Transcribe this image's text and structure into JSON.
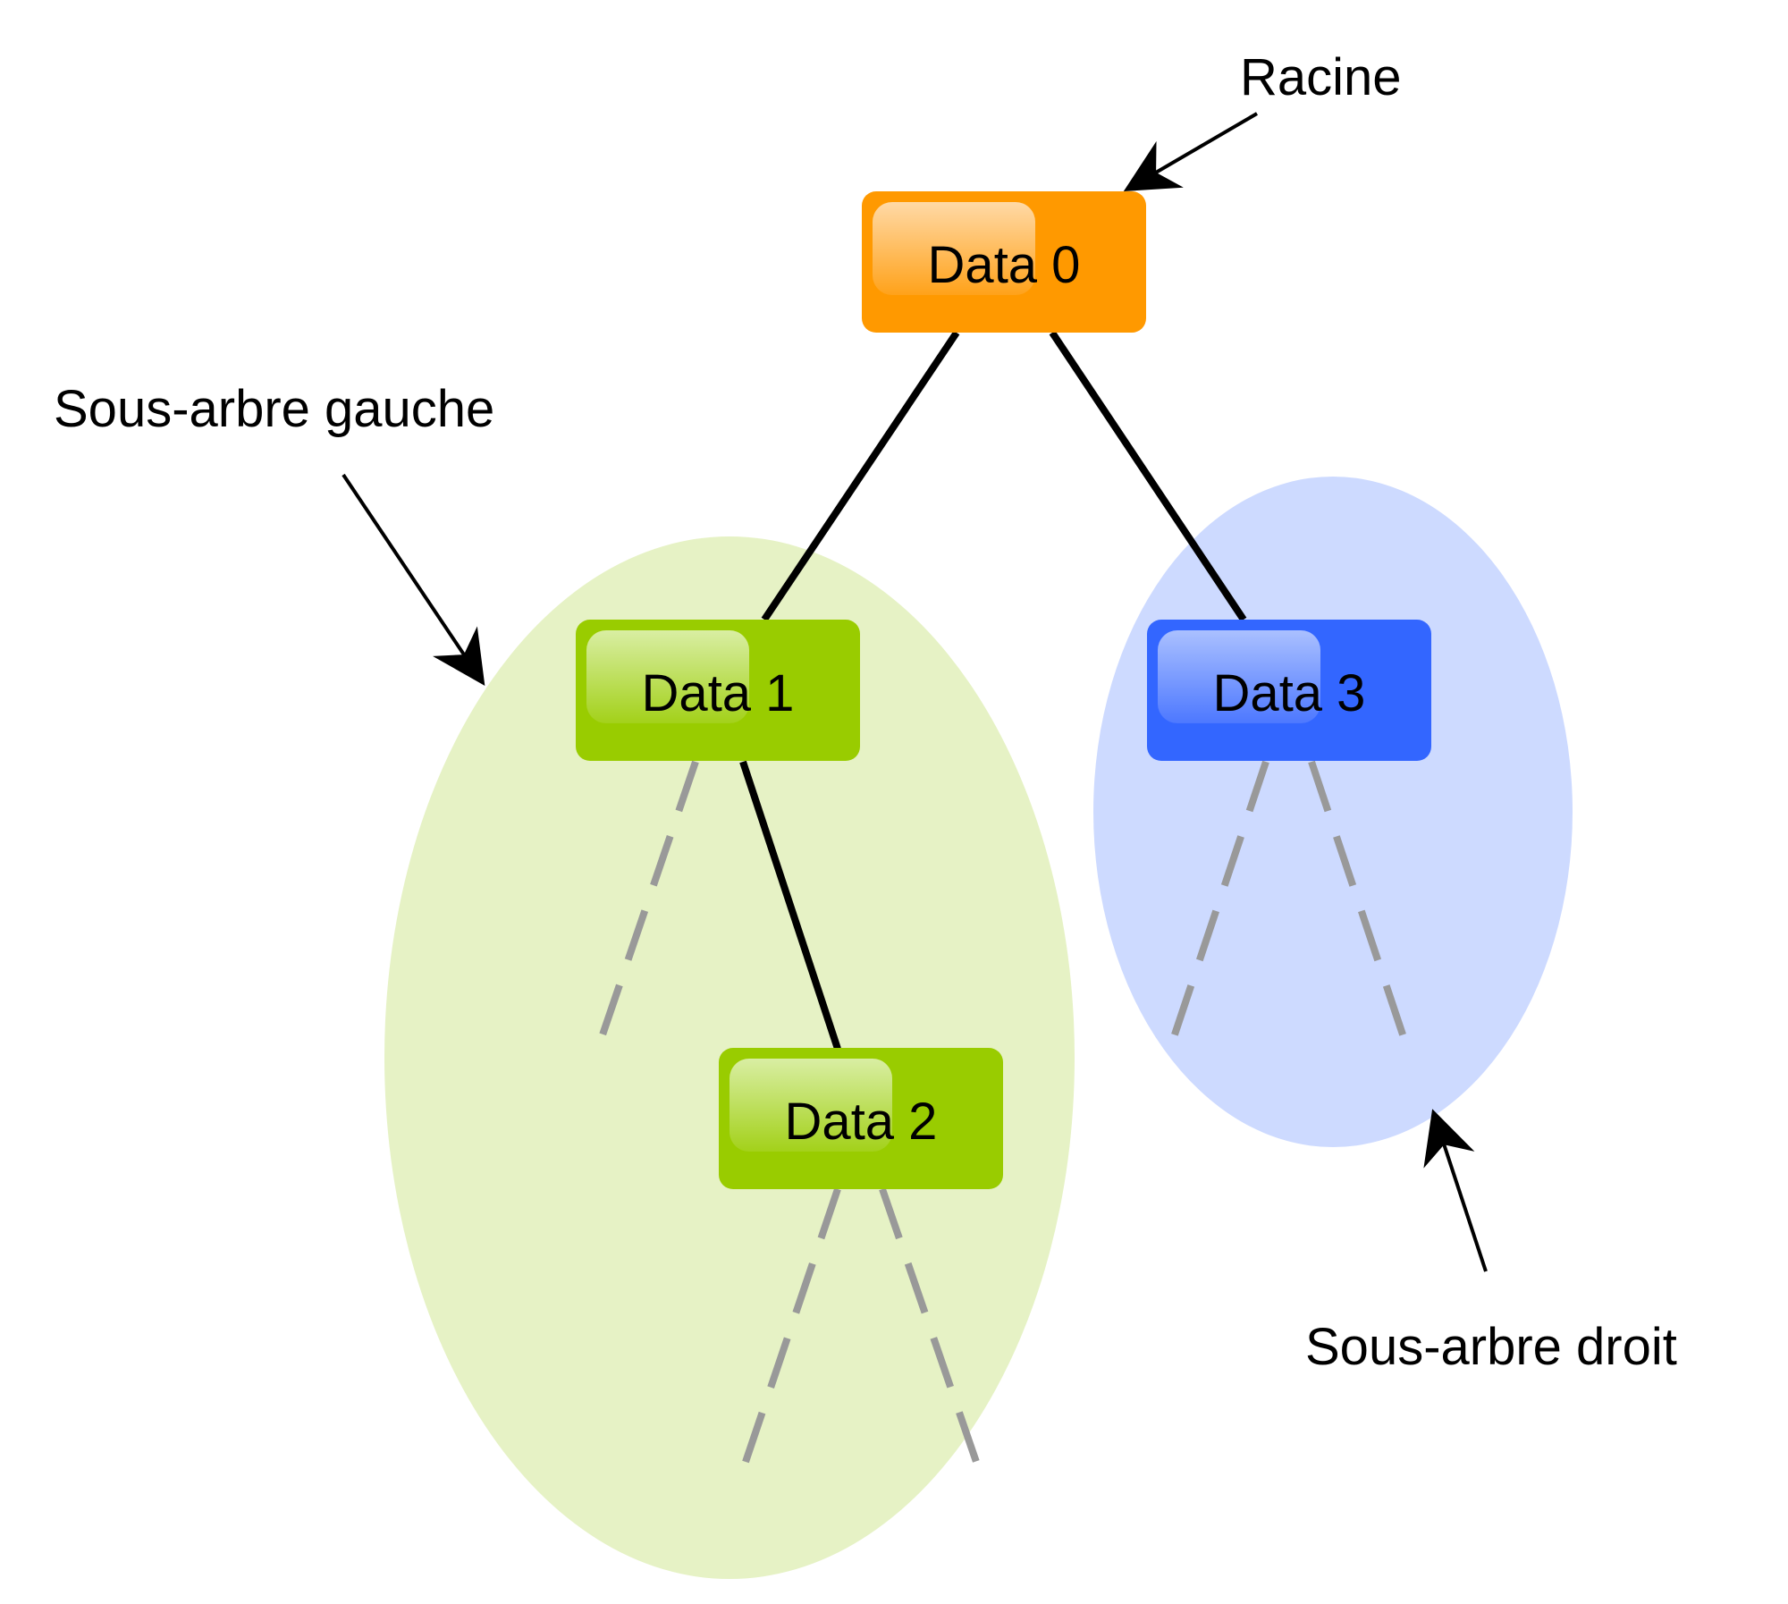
{
  "annotations": {
    "root": "Racine",
    "left_subtree": "Sous-arbre gauche",
    "right_subtree": "Sous-arbre droit"
  },
  "nodes": [
    {
      "id": "node-0",
      "label": "Data 0",
      "color": "#ff9900"
    },
    {
      "id": "node-1",
      "label": "Data 1",
      "color": "#99cc00"
    },
    {
      "id": "node-2",
      "label": "Data 2",
      "color": "#99cc00"
    },
    {
      "id": "node-3",
      "label": "Data 3",
      "color": "#3366ff"
    }
  ],
  "colors": {
    "left_subtree_fill": "#e6f2c5",
    "right_subtree_fill": "#cddaff",
    "edge": "#000000",
    "dashed_edge": "#999999"
  }
}
